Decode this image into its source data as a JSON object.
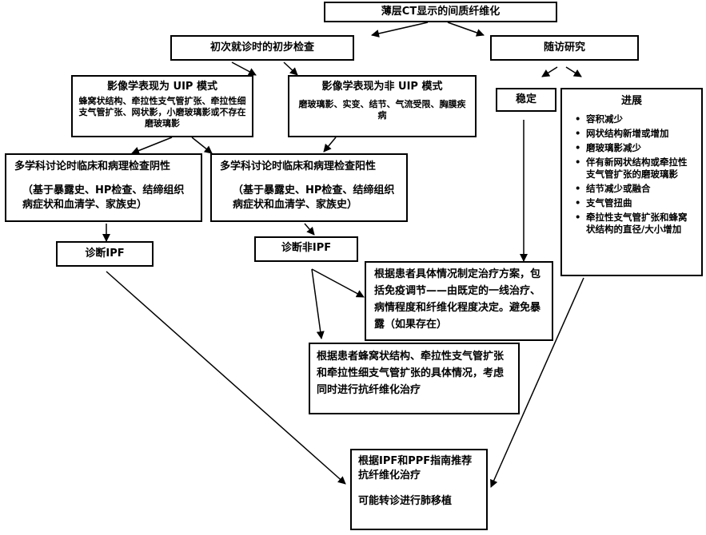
{
  "root": "薄层CT显示的间质纤维化",
  "initial": "初次就诊时的初步检查",
  "followup": "随访研究",
  "uip": {
    "title": "影像学表现为 UIP 模式",
    "body": "蜂窝状结构、牵拉性支气管扩张、牵拉性细支气管扩张、网状影，小磨玻璃影或不存在磨玻璃影"
  },
  "nonuip": {
    "title": "影像学表现为非 UIP 模式",
    "body": "磨玻璃影、实变、结节、气流受限、胸膜疾病"
  },
  "stable": "稳定",
  "progress": {
    "title": "进展",
    "items": [
      "容积减少",
      "网状结构新增或增加",
      "磨玻璃影减少",
      "伴有新网状结构或牵拉性支气管扩张的磨玻璃影",
      "结节减少或融合",
      "支气管扭曲",
      "牵拉性支气管扩张和蜂窝状结构的直径/大小增加"
    ]
  },
  "mdt_negative": {
    "title": "多学科讨论时临床和病理检查阴性",
    "body": "（基于暴露史、HP检查、结缔组织病症状和血清学、家族史）"
  },
  "mdt_positive": {
    "title": "多学科讨论时临床和病理检查阳性",
    "body": "（基于暴露史、HP检查、结缔组织病症状和血清学、家族史）"
  },
  "dx_ipf": "诊断IPF",
  "dx_nonipf": "诊断非IPF",
  "plan": "根据患者具体情况制定治疗方案，包括免疫调节——由既定的一线治疗、病情程度和纤维化程度决定。避免暴露（如果存在）",
  "antifib": "根据患者蜂窝状结构、牵拉性支气管扩张和牵拉性细支气管扩张的具体情况，考虑同时进行抗纤维化治疗",
  "final": {
    "line1": "根据IPF和PPF指南推荐抗纤维化治疗",
    "line2": "可能转诊进行肺移植"
  }
}
